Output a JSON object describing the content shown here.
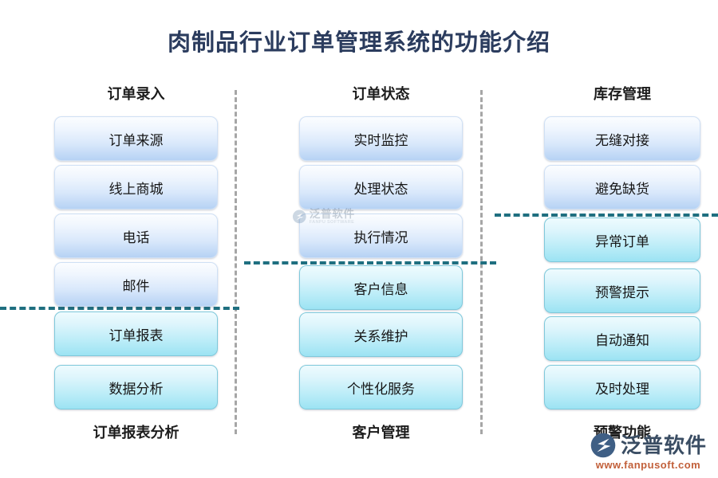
{
  "page": {
    "title": "肉制品行业订单管理系统的功能介绍",
    "title_color": "#2b3c5e",
    "background": "#ffffff"
  },
  "colors": {
    "box_blue_top": "#fbfdff",
    "box_blue_bottom": "#b6d2f4",
    "box_blue_border": "#cfe0f5",
    "box_teal_top": "#eefbfe",
    "box_teal_bottom": "#9ce3f3",
    "box_teal_border": "#7fc9db",
    "separator_horizontal": "#1f6f80",
    "separator_vertical": "#a6a6a6",
    "brand_text": "#3a4d63",
    "brand_url": "#c2603a"
  },
  "columns": [
    {
      "id": "order-entry",
      "header": "订单录入",
      "footer": "订单报表分析",
      "boxes": [
        {
          "label": "订单来源",
          "style": "blue"
        },
        {
          "label": "线上商城",
          "style": "blue"
        },
        {
          "label": "电话",
          "style": "blue"
        },
        {
          "label": "邮件",
          "style": "blue"
        },
        {
          "label": "订单报表",
          "style": "teal"
        },
        {
          "label": "数据分析",
          "style": "teal"
        }
      ]
    },
    {
      "id": "order-status",
      "header": "订单状态",
      "footer": "客户管理",
      "boxes": [
        {
          "label": "实时监控",
          "style": "blue"
        },
        {
          "label": "处理状态",
          "style": "blue"
        },
        {
          "label": "执行情况",
          "style": "blue"
        },
        {
          "label": "客户信息",
          "style": "teal"
        },
        {
          "label": "关系维护",
          "style": "teal"
        },
        {
          "label": "个性化服务",
          "style": "teal"
        }
      ]
    },
    {
      "id": "inventory",
      "header": "库存管理",
      "footer": "预警功能",
      "boxes": [
        {
          "label": "无缝对接",
          "style": "blue"
        },
        {
          "label": "避免缺货",
          "style": "blue"
        },
        {
          "label": "异常订单",
          "style": "teal"
        },
        {
          "label": "预警提示",
          "style": "teal"
        },
        {
          "label": "自动通知",
          "style": "teal"
        },
        {
          "label": "及时处理",
          "style": "teal"
        }
      ]
    }
  ],
  "branding": {
    "name": "泛普软件",
    "url": "www.fanpusoft.com",
    "watermark_name": "泛普软件",
    "watermark_sub": "FANPU SOFTWARE"
  }
}
